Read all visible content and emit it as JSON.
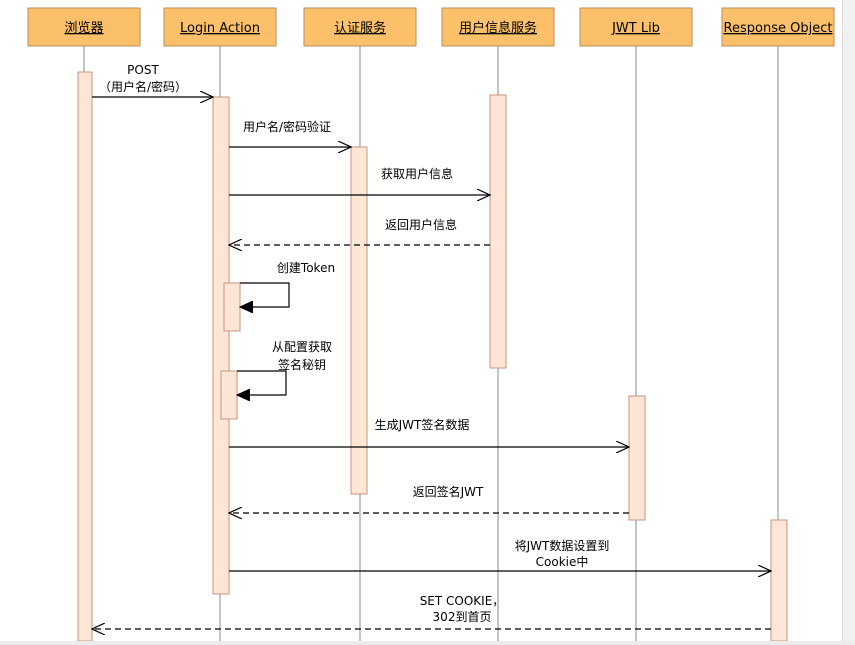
{
  "participants": [
    {
      "id": "browser",
      "label": "浏览器"
    },
    {
      "id": "login",
      "label": "Login Action"
    },
    {
      "id": "auth",
      "label": "认证服务"
    },
    {
      "id": "userinfo",
      "label": "用户信息服务"
    },
    {
      "id": "jwt",
      "label": "JWT Lib"
    },
    {
      "id": "resp",
      "label": "Response  Object"
    }
  ],
  "messages": [
    {
      "from": "browser",
      "to": "login",
      "type": "sync",
      "lines": [
        "POST",
        "（用户名/密码）"
      ]
    },
    {
      "from": "login",
      "to": "auth",
      "type": "sync",
      "lines": [
        "用户名/密码验证"
      ]
    },
    {
      "from": "login",
      "to": "userinfo",
      "type": "sync",
      "lines": [
        "获取用户信息"
      ]
    },
    {
      "from": "userinfo",
      "to": "login",
      "type": "return",
      "lines": [
        "返回用户信息"
      ]
    },
    {
      "from": "login",
      "to": "login",
      "type": "self",
      "lines": [
        "创建Token"
      ]
    },
    {
      "from": "login",
      "to": "login",
      "type": "self",
      "lines": [
        "从配置获取",
        "签名秘钥"
      ]
    },
    {
      "from": "login",
      "to": "jwt",
      "type": "sync",
      "lines": [
        "生成JWT签名数据"
      ]
    },
    {
      "from": "jwt",
      "to": "login",
      "type": "return",
      "lines": [
        "返回签名JWT"
      ]
    },
    {
      "from": "login",
      "to": "resp",
      "type": "sync",
      "lines": [
        "将JWT数据设置到",
        "Cookie中"
      ]
    },
    {
      "from": "resp",
      "to": "browser",
      "type": "return",
      "lines": [
        "SET COOKIE，",
        "302到首页"
      ]
    }
  ],
  "colors": {
    "header_fill": "#fcc06a",
    "header_stroke": "#b3915a",
    "activation_fill": "#fde6d6",
    "activation_stroke": "#c8957d",
    "lifeline": "#8a8a8a",
    "arrow": "#000000",
    "text": "#000000"
  }
}
